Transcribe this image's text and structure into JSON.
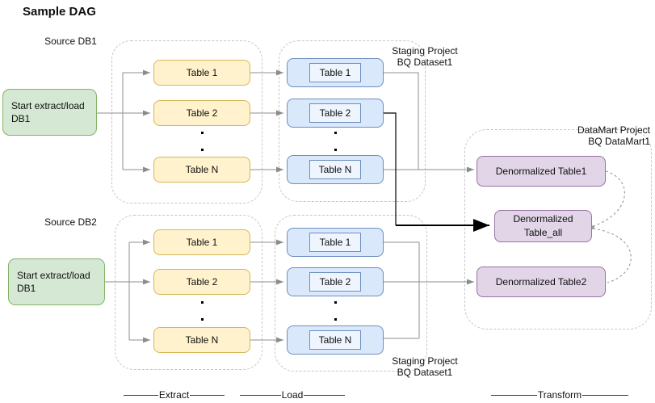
{
  "title": "Sample DAG",
  "rows": [
    {
      "source_label": "Source DB1",
      "start_label": "Start extract/load DB1",
      "extract_tables": [
        "Table 1",
        "Table 2",
        "Table N"
      ],
      "load_tables": [
        "Table 1",
        "Table 2",
        "Table N"
      ],
      "staging_label": [
        "Staging Project",
        "BQ Dataset1"
      ]
    },
    {
      "source_label": "Source DB2",
      "start_label": "Start extract/load DB1",
      "extract_tables": [
        "Table 1",
        "Table 2",
        "Table N"
      ],
      "load_tables": [
        "Table 1",
        "Table 2",
        "Table N"
      ],
      "staging_label": [
        "Staging Project",
        "BQ Dataset1"
      ]
    }
  ],
  "datamart": {
    "label": [
      "DataMart Project",
      "BQ DataMart1"
    ],
    "nodes": [
      "Denormalized Table1",
      "Denormalized Table_all",
      "Denormalized Table2"
    ]
  },
  "stages": [
    "Extract",
    "Load",
    "Transform"
  ],
  "colors": {
    "green_fill": "#d5e8d4",
    "green_border": "#82b366",
    "yellow_fill": "#fff2cc",
    "yellow_border": "#d6b656",
    "blue_fill": "#dae8fc",
    "blue_border": "#6c8ebf",
    "purple_fill": "#e1d5e7",
    "purple_border": "#9673a6",
    "connector_gray": "#8f8f8f",
    "connector_black": "#000000",
    "container_dash": "#c6c6c6"
  }
}
